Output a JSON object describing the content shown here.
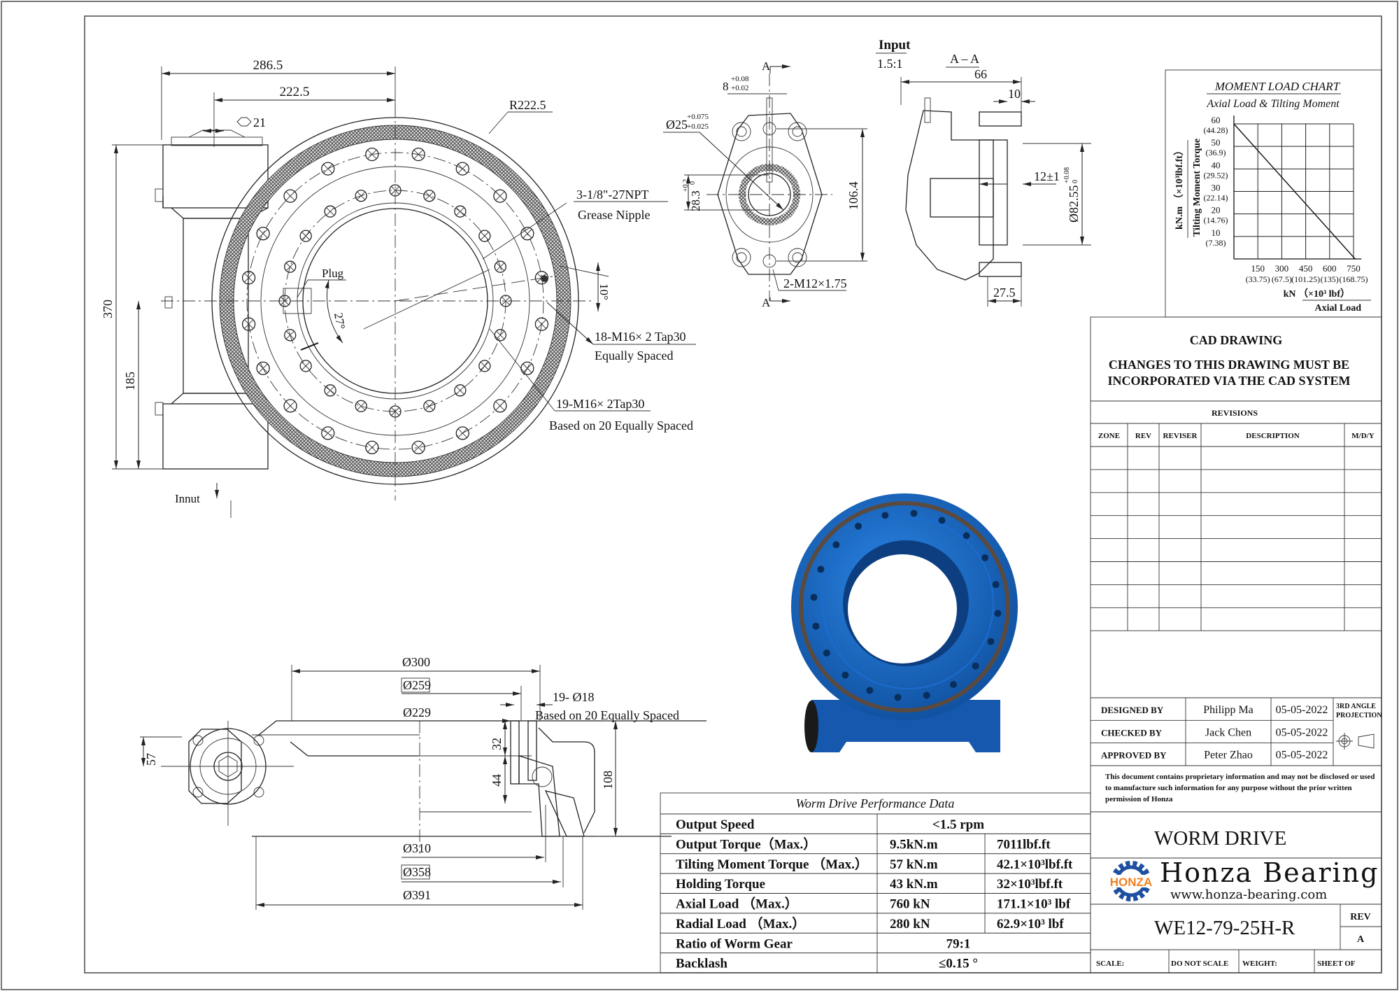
{
  "main_view": {
    "dim_286": "286.5",
    "dim_222": "222.5",
    "hex_size": "21",
    "radius": "R222.5",
    "grease_qty": "3-1/8\"-27NPT",
    "grease_label": "Grease Nipple",
    "plug": "Plug",
    "angle_27": "27°",
    "angle_10": "10°",
    "tap18_a": "18-M16× 2 Tap30",
    "tap18_b": "Equally Spaced",
    "tap19_a": "19-M16× 2Tap30",
    "tap19_b": "Based on 20 Equally Spaced",
    "dim_370": "370",
    "dim_185": "185",
    "input_label": "Innut"
  },
  "input_view": {
    "title": "Input",
    "scale": "1.5:1",
    "section_mark": "A",
    "key_width": "8",
    "key_tol_upper": "+0.08",
    "key_tol_lower": "+0.02",
    "bore": "Ø25",
    "bore_tol_upper": "+0.075",
    "bore_tol_lower": "+0.025",
    "key_depth": "28.3",
    "key_depth_tol_upper": "+0.2",
    "key_depth_tol_lower": "0",
    "bolt_span": "106.4",
    "threads": "2-M12×1.75"
  },
  "section_view": {
    "title": "A – A",
    "dim_66": "66",
    "dim_10": "10",
    "dim_12": "12±1",
    "pilot": "Ø82.55",
    "pilot_tol_upper": "+0.08",
    "pilot_tol_lower": "0",
    "dim_27": "27.5"
  },
  "side_view": {
    "d300": "Ø300",
    "d259": "Ø259",
    "d229": "Ø229",
    "holes_a": "19- Ø18",
    "holes_b": "Based on 20 Equally Spaced",
    "h57": "57",
    "h32": "32",
    "h44": "44",
    "h108": "108",
    "d310": "Ø310",
    "d358": "Ø358",
    "d391": "Ø391"
  },
  "render": {
    "body_color": "#1a66c4",
    "seal_color": "#5a4a40"
  },
  "chart_data": {
    "type": "line",
    "title": "MOMENT LOAD CHART",
    "subtitle": "Axial Load & Tilting Moment",
    "xlabel": "Axial Load",
    "xunit": "kN （×10³ lbf）",
    "ylabel": "Tilting Moment Torque",
    "yunit": "kN.m （×10³lbf.ft）",
    "xlim": [
      0,
      800
    ],
    "ylim": [
      0,
      60
    ],
    "grid": true,
    "x_ticks": [
      150,
      300,
      450,
      600,
      750
    ],
    "x_tick_alt": [
      "(33.75)",
      "(67.5)",
      "(101.25)",
      "(135)",
      "(168.75)"
    ],
    "y_ticks": [
      10,
      20,
      30,
      40,
      50,
      60
    ],
    "y_tick_alt": [
      "(7.38)",
      "(14.76)",
      "(22.14)",
      "(29.52)",
      "(36.9)",
      "(44.28)"
    ],
    "series": [
      {
        "x": [
          0,
          760
        ],
        "y": [
          60,
          0
        ]
      }
    ]
  },
  "performance": {
    "title": "Worm Drive Performance Data",
    "rows": [
      {
        "label": "Output Speed",
        "value": "<1.5 rpm"
      },
      {
        "label": "Output Torque（Max.）",
        "metric": "9.5kN.m",
        "imperial": "7011lbf.ft"
      },
      {
        "label": "Tilting Moment Torque （Max.）",
        "metric": "57 kN.m",
        "imperial": "42.1×10³lbf.ft"
      },
      {
        "label": "Holding Torque",
        "metric": "43 kN.m",
        "imperial": "32×10³lbf.ft"
      },
      {
        "label": "Axial Load （Max.）",
        "metric": "760 kN",
        "imperial": "171.1×10³ lbf"
      },
      {
        "label": "Radial Load （Max.）",
        "metric": "280 kN",
        "imperial": "62.9×10³ lbf"
      },
      {
        "label": "Ratio of Worm Gear",
        "value": "79:1"
      },
      {
        "label": "Backlash",
        "value": "≤0.15 °"
      }
    ]
  },
  "title_block": {
    "cad_title": "CAD DRAWING",
    "cad_line1": "CHANGES TO THIS DRAWING MUST BE",
    "cad_line2": "INCORPORATED VIA THE CAD SYSTEM",
    "revisions_title": "REVISIONS",
    "revision_columns": [
      "ZONE",
      "REV",
      "REVISER",
      "DESCRIPTION",
      "M/D/Y"
    ],
    "signoffs": [
      {
        "role": "DESIGNED BY",
        "name": "Philipp Ma",
        "date": "05-05-2022"
      },
      {
        "role": "CHECKED BY",
        "name": "Jack Chen",
        "date": "05-05-2022"
      },
      {
        "role": "APPROVED BY",
        "name": "Peter Zhao",
        "date": "05-05-2022"
      }
    ],
    "projection_1": "3RD ANGLE",
    "projection_2": "PROJECTION",
    "notice_1": "This document contains proprietary information and may not be disclosed or used",
    "notice_2": "to manufacture such information for any purpose without the prior written",
    "notice_3": "permission of Honza",
    "product": "WORM DRIVE",
    "company": "Honza Bearing",
    "website": "www.honza-bearing.com",
    "logo_text": "HONZA",
    "logo_colors": {
      "gear": "#1e4fa0",
      "text": "#f08020"
    },
    "part_number": "WE12-79-25H-R",
    "rev_label": "REV",
    "rev_value": "A",
    "scale_label": "SCALE:",
    "do_not_scale": "DO NOT SCALE",
    "weight_label": "WEIGHT:",
    "sheet_label": "SHEET OF"
  }
}
